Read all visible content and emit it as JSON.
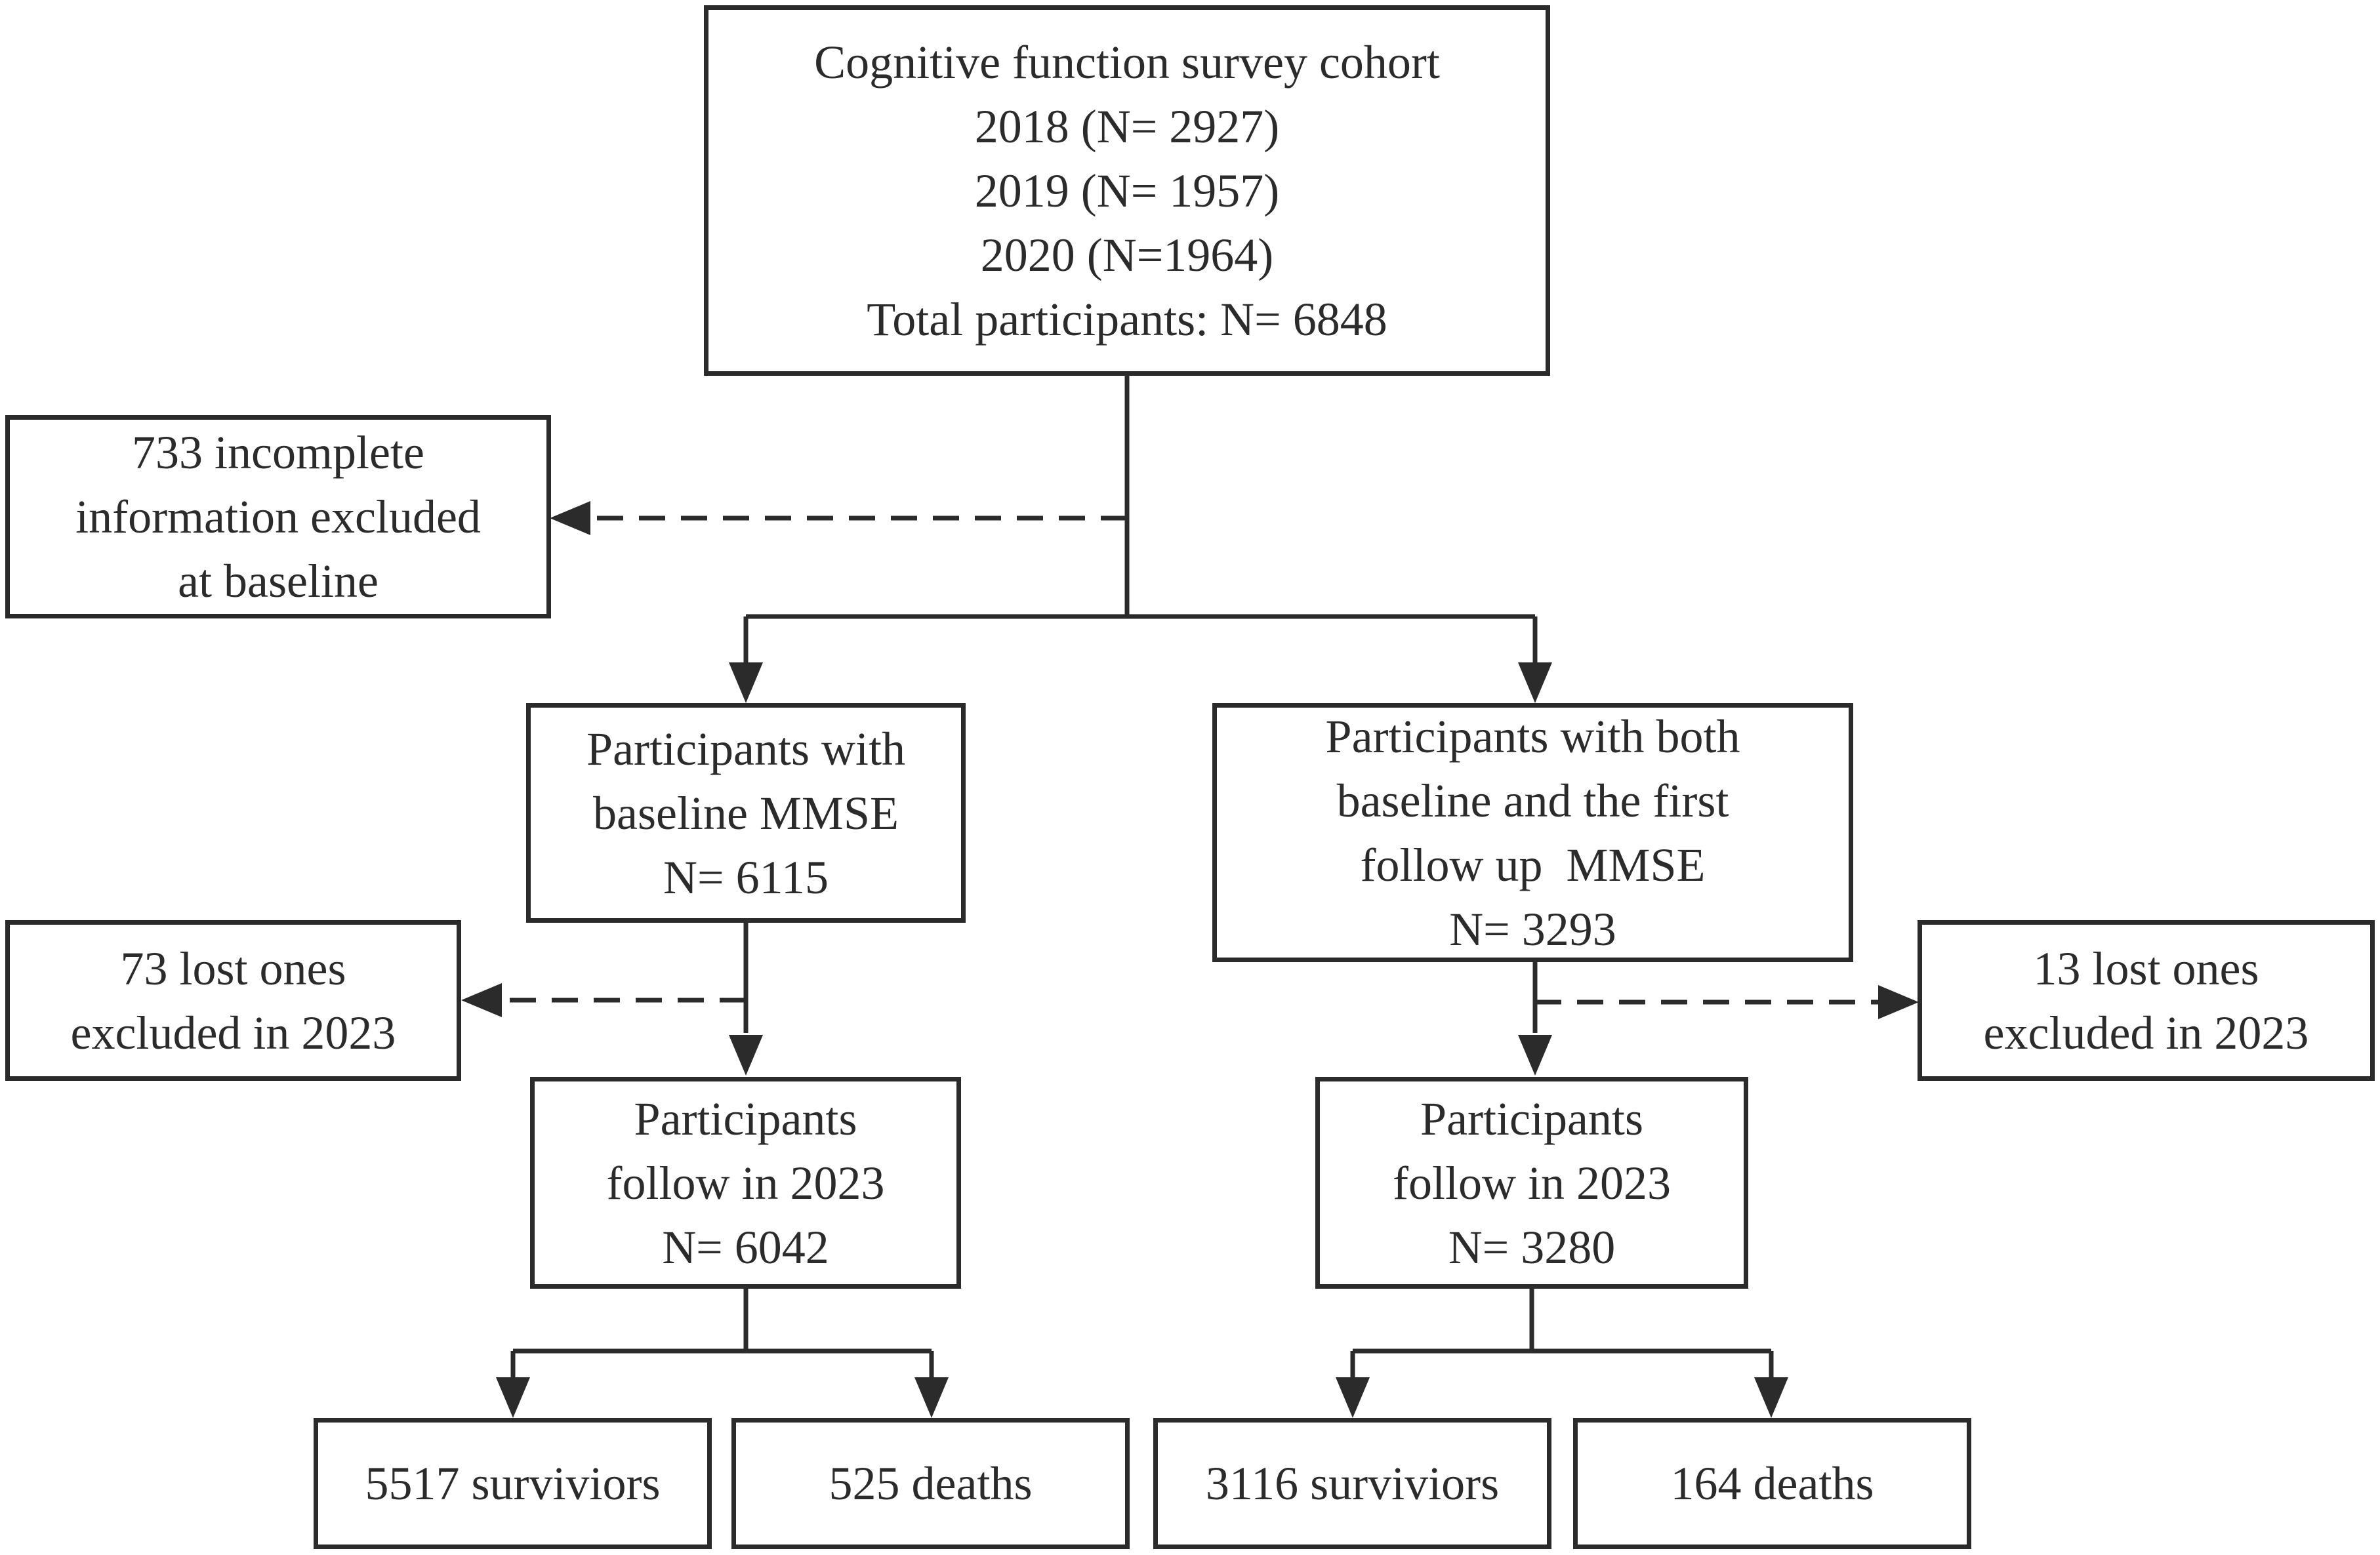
{
  "colors": {
    "line": "#2b2b2b",
    "background": "#ffffff",
    "text": "#2b2b2b"
  },
  "boxes": {
    "cohort": {
      "title": "Cognitive function survey cohort",
      "year_2018": "2018 (N= 2927)",
      "year_2019": "2019 (N= 1957)",
      "year_2020": "2020 (N=1964)",
      "total": "Total participants: N= 6848"
    },
    "excluded_baseline": {
      "line1": "733 incomplete",
      "line2": "information excluded",
      "line3": "at baseline"
    },
    "baseline_mmse": {
      "line1": "Participants with",
      "line2": "baseline MMSE",
      "line3": "N= 6115"
    },
    "both_mmse": {
      "line1": "Participants with both",
      "line2": "baseline and the first",
      "line3": "follow up  MMSE",
      "line4": "N= 3293"
    },
    "lost_left": {
      "line1": "73 lost ones",
      "line2": "excluded in 2023"
    },
    "lost_right": {
      "line1": "13 lost ones",
      "line2": "excluded in 2023"
    },
    "follow_left": {
      "line1": "Participants",
      "line2": "follow in 2023",
      "line3": "N= 6042"
    },
    "follow_right": {
      "line1": "Participants",
      "line2": "follow in 2023",
      "line3": "N= 3280"
    },
    "survivors_left": {
      "label": "5517 surviviors"
    },
    "deaths_left": {
      "label": "525 deaths"
    },
    "survivors_right": {
      "label": "3116 surviviors"
    },
    "deaths_right": {
      "label": "164 deaths"
    }
  }
}
